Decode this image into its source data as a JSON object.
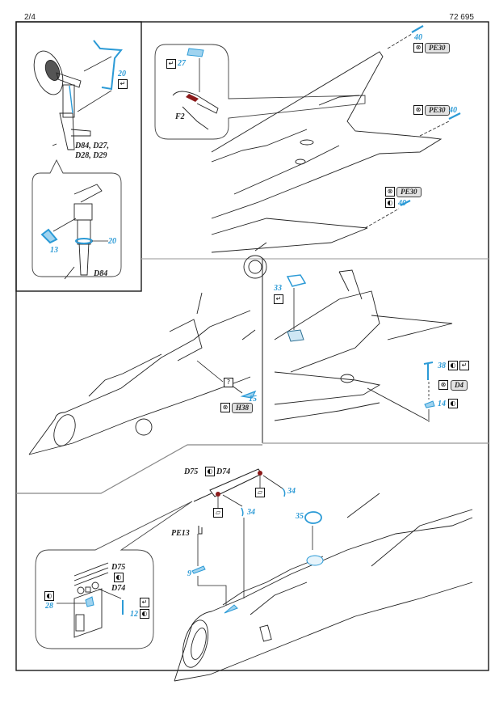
{
  "header": {
    "page": "2/4",
    "kit_number": "72 695"
  },
  "colors": {
    "etch_part": "#2b9ad6",
    "line": "#1a1a1a",
    "glue_mark": "#8b1a1a",
    "plastic_tag": "#e2e2e2"
  },
  "icons": {
    "fold": "↵",
    "paint": "◐",
    "remove": "⊗",
    "unknown": "?",
    "screen": "▱"
  },
  "panel_main_gear": {
    "detail_top": {
      "part": "20",
      "fold_icon": "fold",
      "plastic_parts": "D84, D27,",
      "plastic_parts_2": "D28, D29"
    },
    "detail_inset": {
      "part_a": "13",
      "part_b": "20",
      "plastic_part": "D84"
    }
  },
  "panel_tail": {
    "inset": {
      "part": "27",
      "fold_icon": "fold",
      "plastic_part": "F2"
    },
    "callouts": [
      {
        "part": "40",
        "remove_icon": "remove",
        "plastic_part": "PE30"
      },
      {
        "part": "40",
        "remove_icon": "remove",
        "plastic_part": "PE30"
      },
      {
        "part": "40",
        "remove_icon": "remove",
        "plastic_part": "PE30",
        "paint_icon": "paint"
      }
    ]
  },
  "panel_cockpit": {
    "part": "15",
    "unknown_icon": "?",
    "remove_icon": "remove",
    "plastic_part": "H38"
  },
  "panel_underside": {
    "part_a": "33",
    "part_a_fold": "fold",
    "part_b": "38",
    "part_b_icons": [
      "paint",
      "fold"
    ],
    "remove_icon": "remove",
    "plastic_part": "D4",
    "part_c": "14",
    "part_c_icon": "paint"
  },
  "panel_nose": {
    "frame_labels": {
      "left": "D75",
      "right": "D74",
      "icon": "paint"
    },
    "part_34a": "34",
    "part_34b": "34",
    "part_35": "35",
    "plastic_pe": "PE13",
    "part_9": "9",
    "inset": {
      "label_top": "D75",
      "label_bottom": "D74",
      "part_28": "28",
      "part_12": "12"
    }
  }
}
